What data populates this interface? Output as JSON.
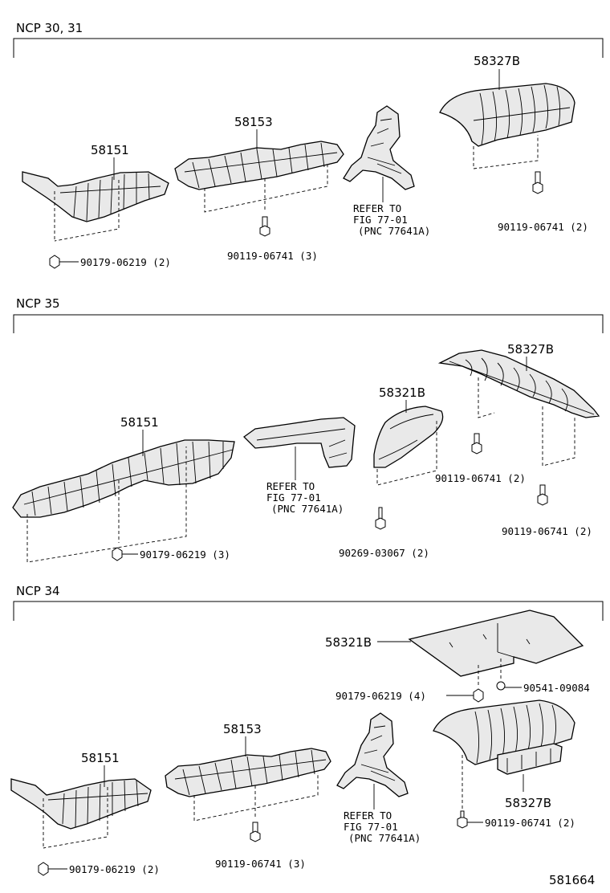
{
  "sections": {
    "s1": {
      "title": "NCP 30, 31",
      "parts": {
        "p58151": "58151",
        "p58153": "58153",
        "p58327b": "58327B",
        "nut1": "90179-06219 (2)",
        "bolt1": "90119-06741 (3)",
        "bolt2": "90119-06741 (2)",
        "refer": [
          "REFER TO",
          "FIG 77-01",
          "(PNC 77641A)"
        ]
      }
    },
    "s2": {
      "title": "NCP 35",
      "parts": {
        "p58151": "58151",
        "p58327b": "58327B",
        "p58321b": "58321B",
        "nut1": "90179-06219 (3)",
        "bolt1": "90119-06741 (2)",
        "bolt2": "90119-06741 (2)",
        "bolt3": "90269-03067 (2)",
        "refer": [
          "REFER TO",
          "FIG 77-01",
          "(PNC 77641A)"
        ]
      }
    },
    "s3": {
      "title": "NCP 34",
      "parts": {
        "p58321b": "58321B",
        "p58151": "58151",
        "p58153": "58153",
        "p58327b": "58327B",
        "nut1": "90179-06219 (4)",
        "nut2": "90541-09084",
        "nut3": "90179-06219 (2)",
        "bolt1": "90119-06741 (3)",
        "bolt2": "90119-06741 (2)",
        "refer": [
          "REFER TO",
          "FIG 77-01",
          "(PNC 77641A)"
        ]
      }
    }
  },
  "figure_number": "581664"
}
